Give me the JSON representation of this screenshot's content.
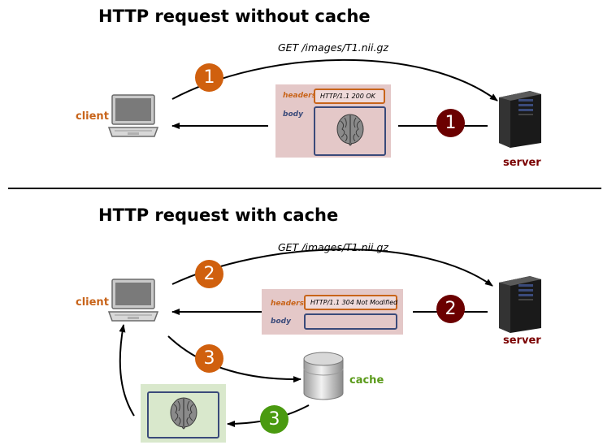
{
  "top": {
    "title": "HTTP request without cache",
    "request": "GET /images/T1.nii.gz",
    "client_label": "client",
    "server_label": "server",
    "headers_label": "headers",
    "body_label": "body",
    "status": "HTTP/1.1 200 OK",
    "request_step": "1",
    "response_step": "1"
  },
  "bottom": {
    "title": "HTTP request with cache",
    "request": "GET /images/T1.nii.gz",
    "client_label": "client",
    "server_label": "server",
    "cache_label": "cache",
    "headers_label": "headers",
    "body_label": "body",
    "status": "HTTP/1.1 304 Not Modified",
    "request_step": "2",
    "response_step": "2",
    "cache_request_step": "3",
    "cache_response_step": "3"
  },
  "colors": {
    "client": "#c8641a",
    "server": "#7a0000",
    "cache": "#5a9a1a",
    "badge_orange": "#d0600e",
    "badge_darkred": "#6b0000",
    "badge_green": "#4a9a10"
  },
  "icons": [
    "laptop-icon",
    "server-tower-icon",
    "database-icon",
    "brain-icon",
    "arrow-icon"
  ]
}
